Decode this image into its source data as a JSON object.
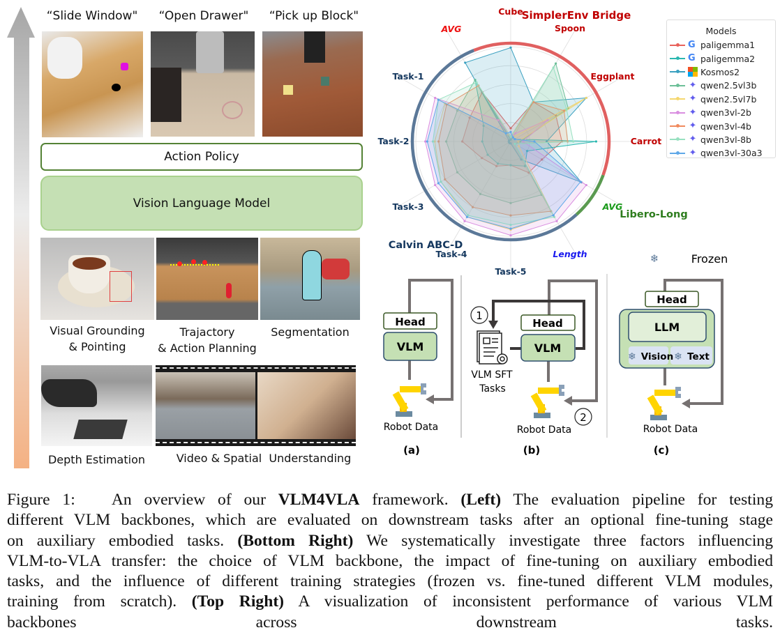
{
  "left": {
    "task_titles": [
      "“Slide Window\"",
      "“Open Drawer\"",
      "“Pick up Block\""
    ],
    "action_policy": "Action Policy",
    "vlm": "Vision Language Model",
    "capabilities": [
      [
        "Visual Grounding",
        "& Pointing"
      ],
      [
        "Trajactory",
        "& Action Planning"
      ],
      [
        "Segmentation"
      ],
      [
        "Depth Estimation"
      ],
      [
        "Video & Spatial  Understanding"
      ]
    ],
    "arrow_colors": {
      "top": "#a6a6a6",
      "middle": "#e8e8e8",
      "bottom": "#f4b183"
    }
  },
  "chart_data": {
    "type": "radar",
    "axes": [
      "Cube",
      "Spoon",
      "Eggplant",
      "Carrot",
      "AVG",
      "Length",
      "Task-5",
      "Task-4",
      "Task-3",
      "Task-2",
      "Task-1",
      "AVG"
    ],
    "groups": [
      {
        "name": "SimplerEnv Bridge",
        "color": "#e06060",
        "axes": [
          "Cube",
          "Spoon",
          "Eggplant",
          "Carrot",
          "AVG"
        ]
      },
      {
        "name": "Libero-Long",
        "color": "#5a9a50",
        "axes": [
          "AVG"
        ]
      },
      {
        "name": "Calvin ABC-D",
        "color": "#5b7898",
        "axes": [
          "Task-1",
          "Task-2",
          "Task-3",
          "Task-4",
          "Task-5",
          "Length"
        ]
      }
    ],
    "axis_label_colors": [
      "#c00000",
      "#c00000",
      "#c00000",
      "#c00000",
      "#1a9a1a",
      "#1a1aee",
      "#14375e",
      "#14375e",
      "#14375e",
      "#14375e",
      "#14375e",
      "#ee1111"
    ],
    "rlim": [
      0,
      1
    ],
    "grid": true,
    "legend": {
      "title": "Models",
      "placement": "top-right"
    },
    "series": [
      {
        "name": "paligemma1",
        "color": "#e8615a",
        "icon": "google-icon",
        "values": [
          0.14,
          0.48,
          0.55,
          0.54,
          0.38,
          0.38,
          0.25,
          0.3,
          0.35,
          0.51,
          0.5,
          0.6
        ]
      },
      {
        "name": "paligemma2",
        "color": "#2ab7b0",
        "icon": "google-icon",
        "values": [
          0.02,
          0.05,
          0.05,
          0.9,
          0.2,
          0.3,
          0.25,
          0.27,
          0.28,
          0.3,
          0.33,
          0.75
        ]
      },
      {
        "name": "Kosmos2",
        "color": "#3aa0c0",
        "icon": "microsoft-icon",
        "values": [
          0.99,
          0.48,
          0.92,
          0.38,
          0.86,
          0.22,
          0.02,
          0.02,
          0.02,
          0.02,
          0.02,
          0.96
        ]
      },
      {
        "name": "qwen2.5vl3b",
        "color": "#6cbf98",
        "icon": "qwen-icon",
        "values": [
          0.05,
          0.95,
          0.7,
          0.1,
          0.05,
          0.65,
          0.65,
          0.64,
          0.65,
          0.68,
          0.65,
          0.75
        ]
      },
      {
        "name": "qwen2.5vl7b",
        "color": "#f5d76e",
        "icon": "qwen-icon",
        "values": [
          0.05,
          0.05,
          0.92,
          0.08,
          0.1,
          0.9,
          0.93,
          0.92,
          0.85,
          0.8,
          0.8,
          0.1
        ]
      },
      {
        "name": "qwen3vl-2b",
        "color": "#d98ee0",
        "icon": "qwen-icon",
        "values": [
          0.05,
          0.1,
          0.45,
          0.13,
          0.92,
          0.97,
          0.99,
          0.97,
          0.92,
          0.9,
          0.92,
          0.26
        ]
      },
      {
        "name": "qwen3vl-4b",
        "color": "#f08a5d",
        "icon": "qwen-icon",
        "values": [
          0.05,
          0.48,
          0.65,
          0.6,
          0.05,
          0.85,
          0.78,
          0.8,
          0.8,
          0.76,
          0.78,
          0.68
        ]
      },
      {
        "name": "qwen3vl-8b",
        "color": "#98e0c0",
        "icon": "qwen-icon",
        "values": [
          0.05,
          0.9,
          0.68,
          0.66,
          0.05,
          0.92,
          0.88,
          0.9,
          0.85,
          0.82,
          0.88,
          0.72
        ]
      },
      {
        "name": "qwen3vl-30a3",
        "color": "#5fa8e8",
        "icon": "qwen-icon",
        "values": [
          0.1,
          0.05,
          0.05,
          0.25,
          0.85,
          0.9,
          0.92,
          0.92,
          0.88,
          0.88,
          0.88,
          0.1
        ]
      }
    ]
  },
  "diagrams": {
    "head": "Head",
    "vlm": "VLM",
    "robot_data": "Robot Data",
    "sft": [
      "VLM SFT",
      "Tasks"
    ],
    "step1": "1",
    "step2": "2",
    "frozen": "Frozen",
    "llm": "LLM",
    "vision": "Vision",
    "text": "Text",
    "labels": [
      "(a)",
      "(b)",
      "(c)"
    ]
  },
  "caption": {
    "lines": [
      [
        {
          "t": "Figure 1:   An overview of our "
        },
        {
          "t": "VLM4VLA",
          "b": true
        },
        {
          "t": " framework. "
        },
        {
          "t": "(Left)",
          "b": true
        },
        {
          "t": " The evaluation pipeline for testing"
        }
      ],
      [
        {
          "t": "different VLM backbones, which are evaluated on downstream tasks after an optional fine-tuning stage"
        }
      ],
      [
        {
          "t": "on auxiliary embodied tasks. "
        },
        {
          "t": "(Bottom Right)",
          "b": true
        },
        {
          "t": " We systematically investigate three factors influencing"
        }
      ],
      [
        {
          "t": "VLM-to-VLA transfer: the choice of VLM backbone, the impact of fine-tuning on auxiliary embodied"
        }
      ],
      [
        {
          "t": "tasks, and the influence of different training strategies (frozen vs. fine-tuned different VLM modules,"
        }
      ],
      [
        {
          "t": "training from scratch). "
        },
        {
          "t": "(Top Right)",
          "b": true
        },
        {
          "t": " A visualization of inconsistent performance of various VLM"
        }
      ],
      [
        {
          "t": "backbones across downstream tasks."
        }
      ]
    ]
  }
}
